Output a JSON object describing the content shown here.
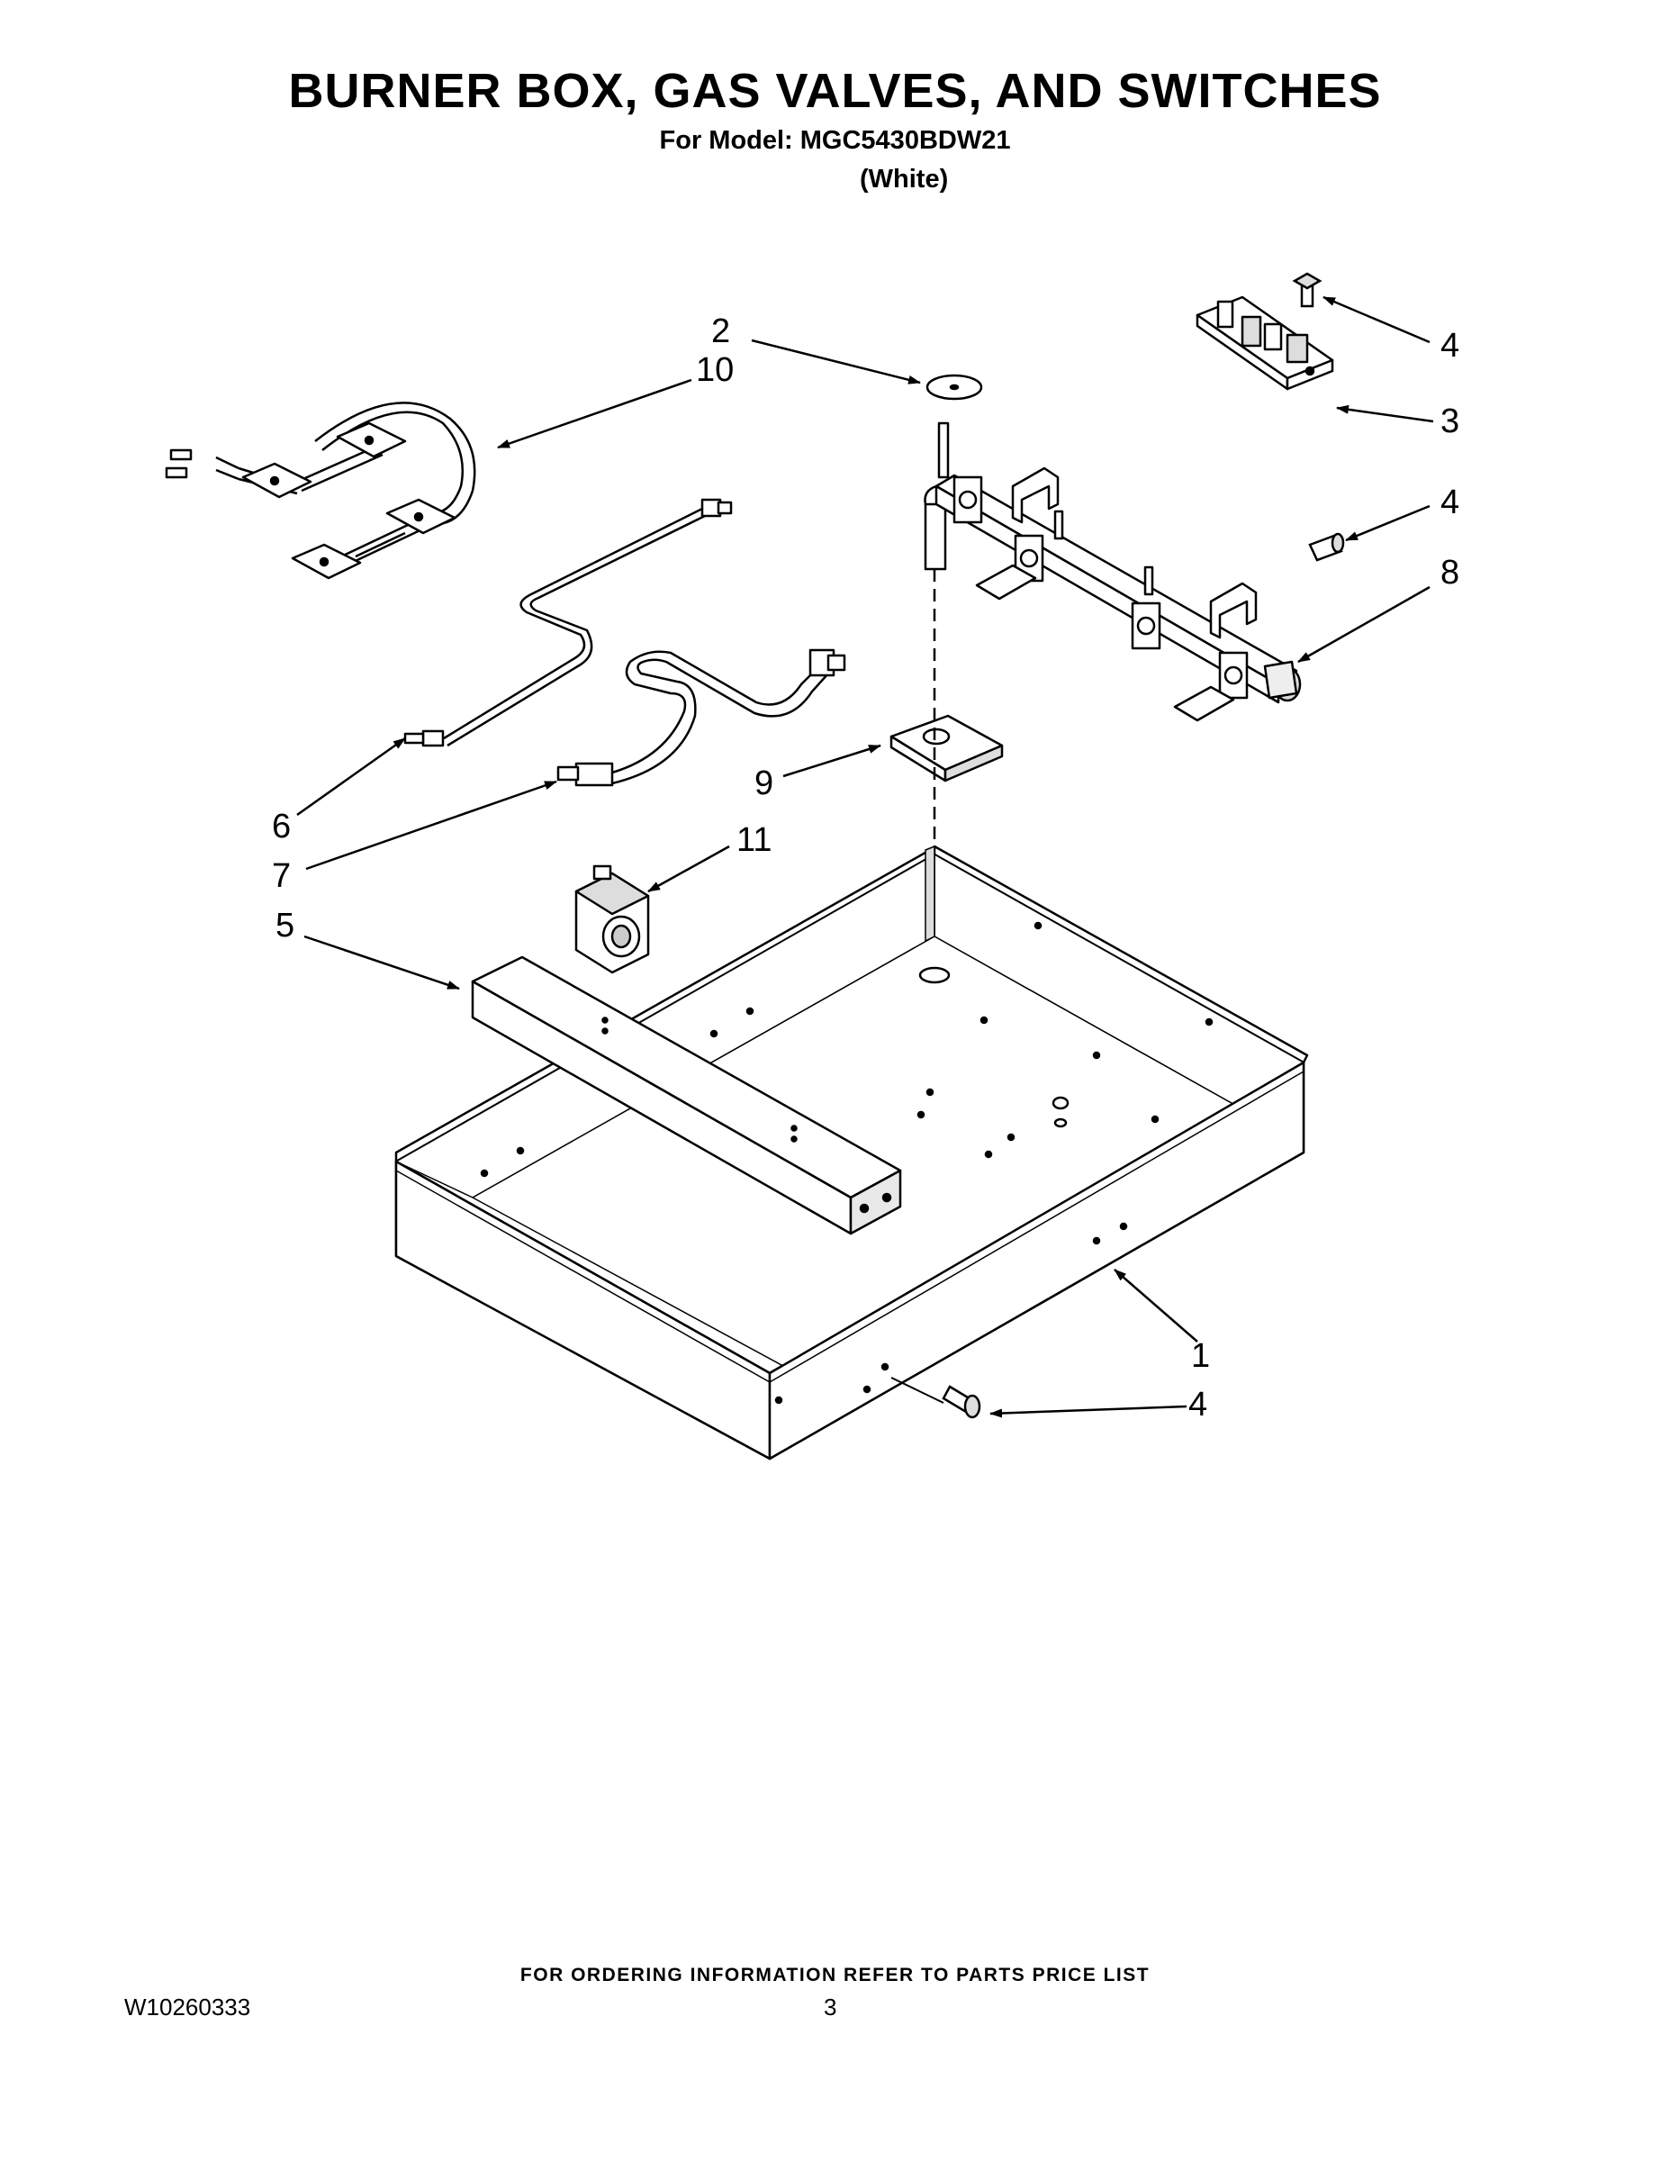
{
  "header": {
    "title": "BURNER BOX, GAS VALVES, AND SWITCHES",
    "model": "For Model: MGC5430BDW21",
    "color": "(White)"
  },
  "callouts": {
    "c1": "1",
    "c2": "2",
    "c3": "3",
    "c4a": "4",
    "c4b": "4",
    "c4c": "4",
    "c5": "5",
    "c6": "6",
    "c7": "7",
    "c8": "8",
    "c9": "9",
    "c10": "10",
    "c11": "11"
  },
  "footer": {
    "note": "FOR ORDERING INFORMATION REFER TO PARTS PRICE LIST",
    "doc_number": "W10260333",
    "page_number": "3"
  },
  "colors": {
    "line": "#000000",
    "part_fill": "#ffffff",
    "shade": "#cccccc"
  }
}
